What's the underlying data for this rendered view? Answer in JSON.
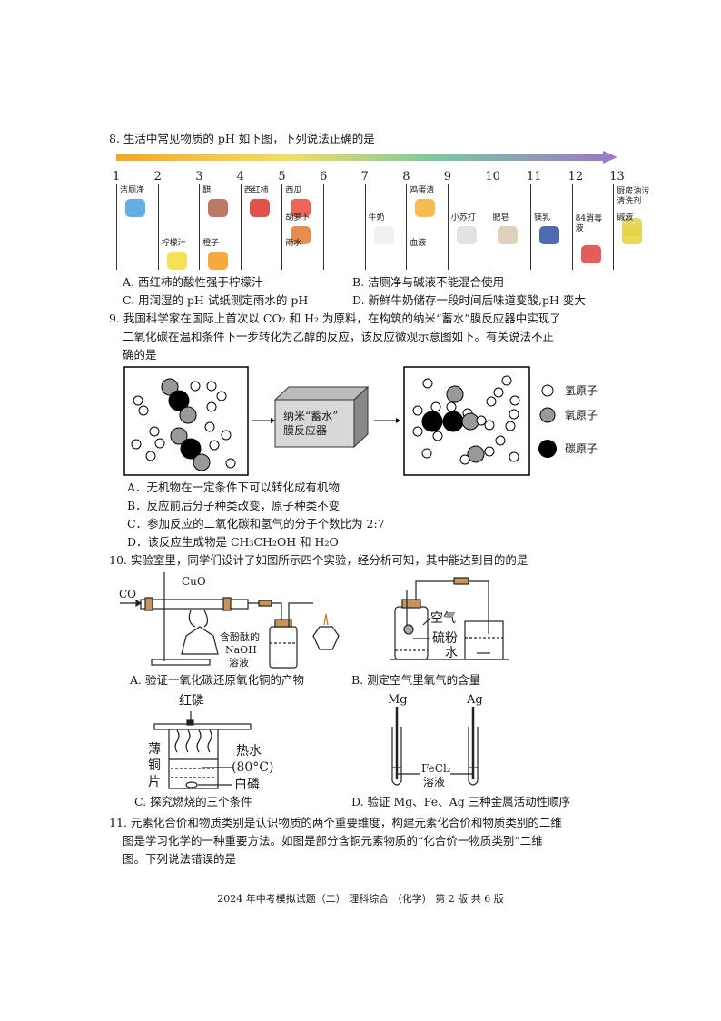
{
  "q8": {
    "stem": "8. 生活中常见物质的 pH 如下图，下列说法正确的是",
    "scale": [
      "1",
      "2",
      "3",
      "4",
      "5",
      "6",
      "7",
      "8",
      "9",
      "10",
      "11",
      "12",
      "13"
    ],
    "items": [
      {
        "label": "洁厕净",
        "col": 0,
        "row": "top"
      },
      {
        "label": "柠檬汁",
        "col": 1,
        "row": "bottom"
      },
      {
        "label": "醋",
        "col": 2,
        "row": "top"
      },
      {
        "label": "橙子",
        "col": 2,
        "row": "bottom"
      },
      {
        "label": "西红柿",
        "col": 3,
        "row": "top"
      },
      {
        "label": "西瓜",
        "col": 4,
        "row": "top"
      },
      {
        "label": "胡萝卜",
        "col": 4,
        "row": "mid"
      },
      {
        "label": "雨水",
        "col": 4,
        "row": "bottom"
      },
      {
        "label": "牛奶",
        "col": 6,
        "row": "mid"
      },
      {
        "label": "鸡蛋清",
        "col": 7,
        "row": "top"
      },
      {
        "label": "血液",
        "col": 7,
        "row": "bottom"
      },
      {
        "label": "小苏打",
        "col": 8,
        "row": "mid"
      },
      {
        "label": "肥皂",
        "col": 9,
        "row": "mid"
      },
      {
        "label": "镁乳",
        "col": 10,
        "row": "mid"
      },
      {
        "label": "84消毒液",
        "col": 11,
        "row": "mid"
      },
      {
        "label": "厨房油污清洗剂",
        "col": 12,
        "row": "top"
      },
      {
        "label": "碱液",
        "col": 12,
        "row": "mid"
      }
    ],
    "options": {
      "A": "A. 西红柿的酸性强于柠檬汁",
      "B": "B. 洁厕净与碱液不能混合使用",
      "C": "C. 用润湿的 pH 试纸测定雨水的 pH",
      "D": "D. 新鲜牛奶储存一段时间后味道变酸,pH 变大"
    }
  },
  "q9": {
    "stem1": "9. 我国科学家在国际上首次以 CO₂ 和 H₂ 为原料，在构筑的纳米“蓄水”膜反应器中实现了",
    "stem2": "二氧化碳在温和条件下一步转化为乙醇的反应，该反应微观示意图如下。有关说法不正",
    "stem3": "确的是",
    "reactor": [
      "纳米“蓄水”",
      "膜反应器"
    ],
    "legend": {
      "h": "氢原子",
      "o": "氧原子",
      "c": "碳原子"
    },
    "options": {
      "A": "A．无机物在一定条件下可以转化成有机物",
      "B": "B．反应前后分子种类改变，原子种类不变",
      "C": "C．参加反应的二氧化碳和氢气的分子个数比为 2:7",
      "D": "D．该反应生成物是 CH₃CH₂OH 和 H₂O"
    }
  },
  "q10": {
    "stem": "10. 实验室里，同学们设计了如图所示四个实验，经分析可知，其中能达到目的的是",
    "figA": {
      "co": "CO",
      "cuo": "CuO",
      "sol1": "含酚酞的",
      "sol2": "NaOH",
      "sol3": "溶液",
      "caption": "A. 验证一氧化碳还原氧化铜的产物"
    },
    "figB": {
      "air": "空气",
      "s": "硫粉",
      "water": "水",
      "caption": "B. 测定空气里氧气的含量"
    },
    "figC": {
      "rp": "红磷",
      "cu1": "薄",
      "cu2": "铜",
      "cu3": "片",
      "hw": "热水",
      "temp": "(80°C)",
      "wp": "白磷",
      "caption": "C. 探究燃烧的三个条件"
    },
    "figD": {
      "mg": "Mg",
      "ag": "Ag",
      "sol1": "FeCl₂",
      "sol2": "溶液",
      "caption": "D. 验证 Mg、Fe、Ag 三种金属活动性顺序"
    }
  },
  "q11": {
    "l1": "11. 元素化合价和物质类别是认识物质的两个重要维度，构建元素化合价和物质类别的二维",
    "l2": "图是学习化学的一种重要方法。如图是部分含铜元素物质的“化合价一物质类别”二维",
    "l3": "图。下列说法错误的是"
  },
  "footer": "2024 年中考模拟试题（二） 理科综合 （化学） 第 2 版 共 6 版"
}
